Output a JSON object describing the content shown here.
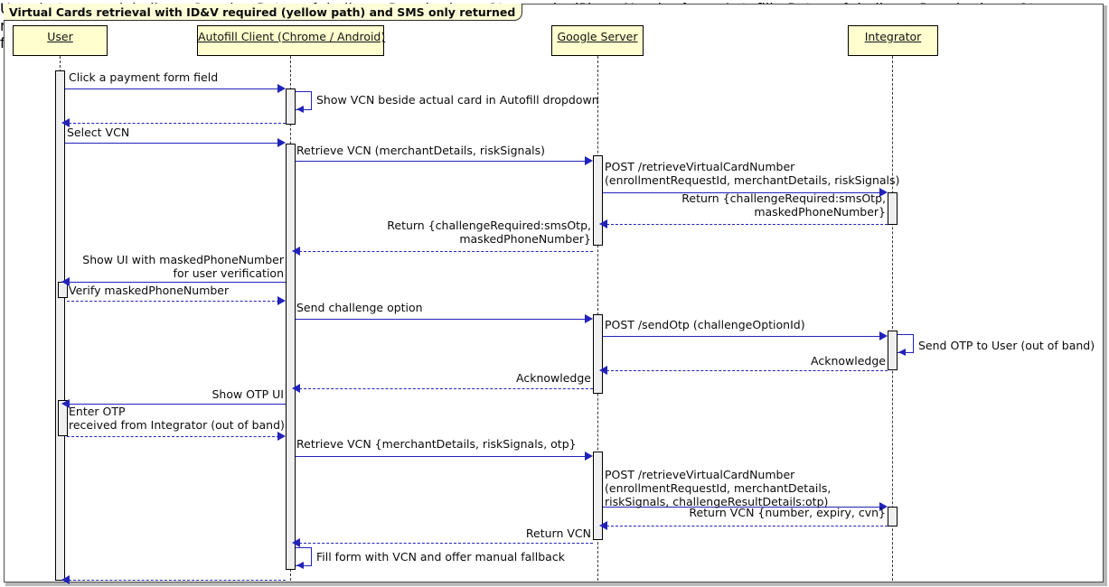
{
  "frame": {
    "title": "Virtual Cards retrieval with ID&V required (yellow path) and SMS only returned"
  },
  "participants": [
    {
      "id": "user",
      "label": "User"
    },
    {
      "id": "autofill",
      "label": "Autofill Client (Chrome / Android)"
    },
    {
      "id": "google",
      "label": "Google Server"
    },
    {
      "id": "integrator",
      "label": "Integrator"
    }
  ],
  "messages": [
    {
      "id": "m1",
      "from": "user",
      "to": "autofill",
      "style": "solid",
      "dir": "right",
      "label": "Click a payment form field"
    },
    {
      "id": "m2",
      "from": "autofill",
      "to": "autofill",
      "style": "self",
      "dir": "self",
      "label": "Show VCN beside actual card in Autofill dropdown"
    },
    {
      "id": "m3",
      "from": "autofill",
      "to": "user",
      "style": "dashed",
      "dir": "left",
      "label": ""
    },
    {
      "id": "m4",
      "from": "user",
      "to": "autofill",
      "style": "solid",
      "dir": "right",
      "label": "Select VCN"
    },
    {
      "id": "m5",
      "from": "autofill",
      "to": "google",
      "style": "solid",
      "dir": "right",
      "label": "Retrieve VCN (merchantDetails, riskSignals)"
    },
    {
      "id": "m6",
      "from": "google",
      "to": "integrator",
      "style": "solid",
      "dir": "right",
      "label": "POST /retrieveVirtualCardNumber\n(enrollmentRequestId, merchantDetails, riskSignals)"
    },
    {
      "id": "m7",
      "from": "integrator",
      "to": "google",
      "style": "dashed",
      "dir": "left",
      "label": "Return {challengeRequired:smsOtp,\nmaskedPhoneNumber}"
    },
    {
      "id": "m8",
      "from": "google",
      "to": "autofill",
      "style": "dashed",
      "dir": "left",
      "label": "Return {challengeRequired:smsOtp,\nmaskedPhoneNumber}"
    },
    {
      "id": "m9",
      "from": "autofill",
      "to": "user",
      "style": "solid",
      "dir": "left",
      "label": "Show UI with maskedPhoneNumber\nfor user verification"
    },
    {
      "id": "m10",
      "from": "user",
      "to": "autofill",
      "style": "dashed",
      "dir": "right",
      "label": "Verify maskedPhoneNumber"
    },
    {
      "id": "m11",
      "from": "autofill",
      "to": "google",
      "style": "solid",
      "dir": "right",
      "label": "Send challenge option"
    },
    {
      "id": "m12",
      "from": "google",
      "to": "integrator",
      "style": "solid",
      "dir": "right",
      "label": "POST /sendOtp (challengeOptionId)"
    },
    {
      "id": "m13",
      "from": "integrator",
      "to": "integrator",
      "style": "self",
      "dir": "self",
      "label": "Send OTP to User (out of band)"
    },
    {
      "id": "m14",
      "from": "integrator",
      "to": "google",
      "style": "dashed",
      "dir": "left",
      "label": "Acknowledge"
    },
    {
      "id": "m15",
      "from": "google",
      "to": "autofill",
      "style": "dashed",
      "dir": "left",
      "label": "Acknowledge"
    },
    {
      "id": "m16",
      "from": "autofill",
      "to": "user",
      "style": "solid",
      "dir": "left",
      "label": "Show OTP UI"
    },
    {
      "id": "m17",
      "from": "user",
      "to": "autofill",
      "style": "dashed",
      "dir": "right",
      "label": "Enter OTP\nreceived from Integrator (out of band)"
    },
    {
      "id": "m18",
      "from": "autofill",
      "to": "google",
      "style": "solid",
      "dir": "right",
      "label": "Retrieve VCN {merchantDetails, riskSignals, otp}"
    },
    {
      "id": "m19",
      "from": "google",
      "to": "integrator",
      "style": "solid",
      "dir": "right",
      "label": "POST /retrieveVirtualCardNumber\n(enrollmentRequestId, merchantDetails,\nriskSignals, challengeResultDetails:otp)"
    },
    {
      "id": "m20",
      "from": "integrator",
      "to": "google",
      "style": "dashed",
      "dir": "left",
      "label": "Return VCN {number, expiry, cvn}"
    },
    {
      "id": "m21",
      "from": "google",
      "to": "autofill",
      "style": "dashed",
      "dir": "left",
      "label": "Return VCN"
    },
    {
      "id": "m22",
      "from": "autofill",
      "to": "autofill",
      "style": "self",
      "dir": "self",
      "label": "Fill form with VCN and offer manual fallback"
    },
    {
      "id": "m23",
      "from": "autofill",
      "to": "user",
      "style": "dashed",
      "dir": "left",
      "label": ""
    }
  ],
  "colors": {
    "participant_fill": "#FEFECE",
    "participant_border": "#000000",
    "arrow": "#2222BB",
    "activation_fill": "#EFEFEF",
    "frame_border": "#4D4D4D",
    "title_fill": "#FDFDD8"
  }
}
